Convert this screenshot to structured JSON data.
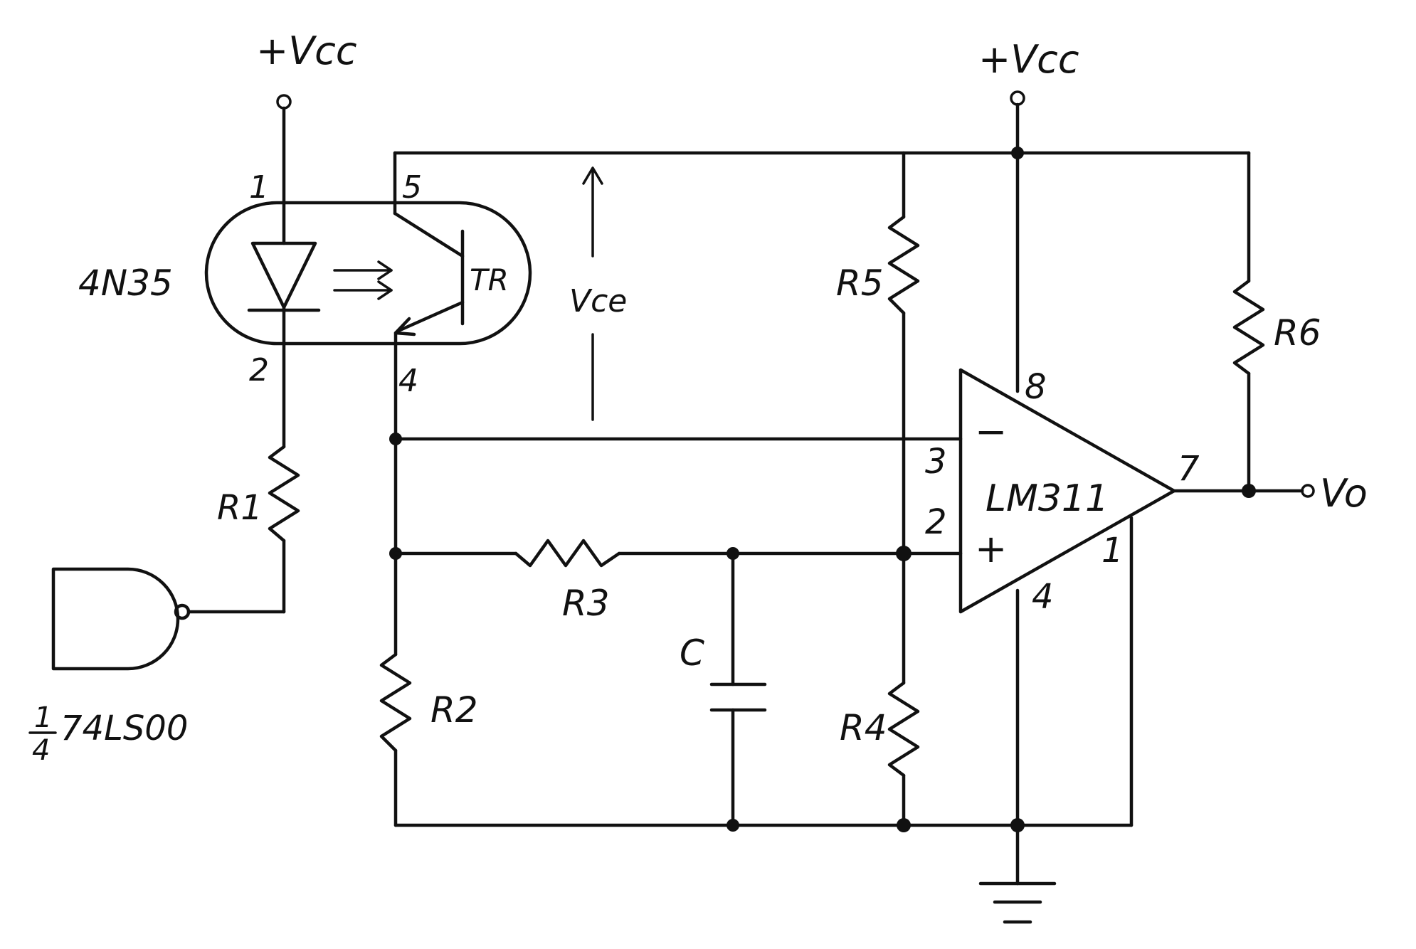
{
  "supply": {
    "left": "+Vcc",
    "right": "+Vcc"
  },
  "optocoupler": {
    "name": "4N35",
    "pin1": "1",
    "pin2": "2",
    "pin4": "4",
    "pin5": "5",
    "transistor_label": "TR"
  },
  "vce_label": "Vce",
  "gate_label": {
    "fraction_num": "1",
    "fraction_den": "4",
    "part": "74LS00"
  },
  "resistors": {
    "r1": "R1",
    "r2": "R2",
    "r3": "R3",
    "r4": "R4",
    "r5": "R5",
    "r6": "R6"
  },
  "capacitor": "C",
  "comparator": {
    "name": "LM311",
    "minus": "−",
    "plus": "+",
    "pin1": "1",
    "pin2": "2",
    "pin3": "3",
    "pin4": "4",
    "pin7": "7",
    "pin8": "8"
  },
  "output_label": "Vo"
}
